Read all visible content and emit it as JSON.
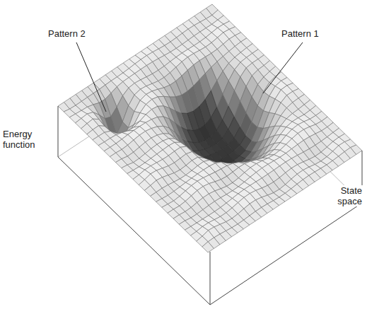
{
  "diagram": {
    "labels": [
      "Pattern 2",
      "Pattern 1",
      "Energy function",
      "State space"
    ]
  }
}
